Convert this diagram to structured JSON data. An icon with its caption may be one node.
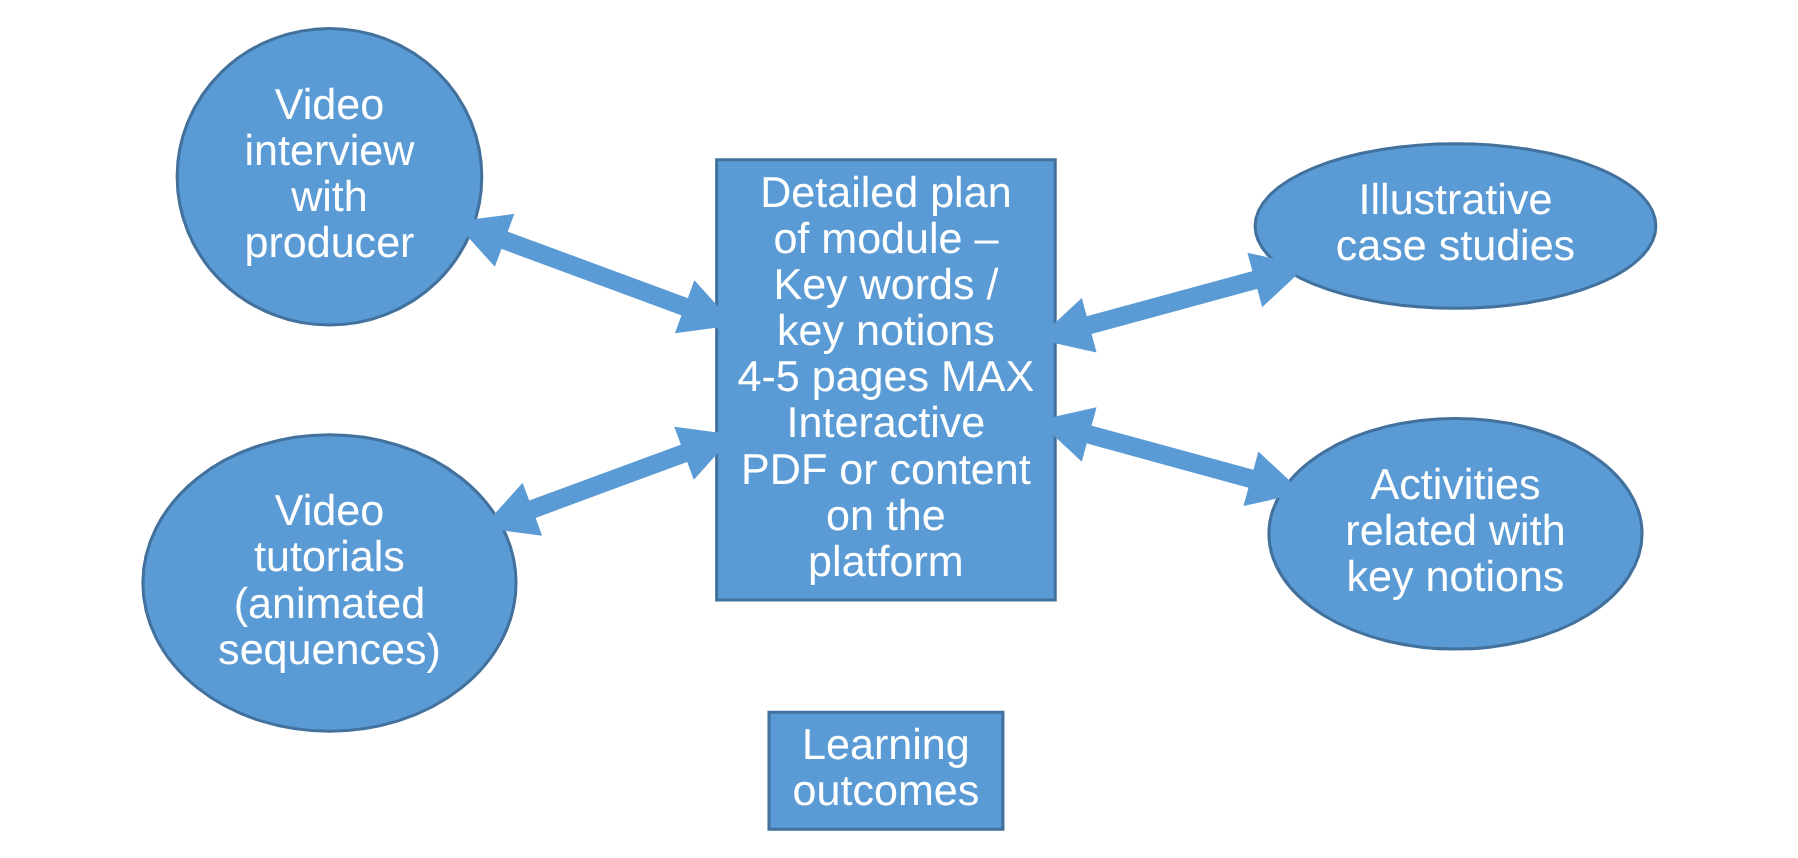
{
  "diagram": {
    "nodes": [
      {
        "text": [
          "Learning outcomes"
        ]
      },
      {
        "text": [
          "Video interview with producer"
        ]
      },
      {
        "text": [
          "Illustrative case studies"
        ]
      },
      {
        "text": [
          "Detailed plan of module – Key words / key notions 4-5 pages MAX Interactive PDF or content on the platform"
        ]
      },
      {
        "text": [
          "Video tutorials (animated sequences)"
        ]
      },
      {
        "text": [
          "Activities related with key notions"
        ]
      }
    ],
    "edges": [
      {
        "from": 1,
        "to": 3,
        "arrow": "both"
      },
      {
        "from": 3,
        "to": 2,
        "arrow": "both"
      },
      {
        "from": 4,
        "to": 3,
        "arrow": "both"
      },
      {
        "from": 3,
        "to": 5,
        "arrow": "both"
      }
    ]
  }
}
